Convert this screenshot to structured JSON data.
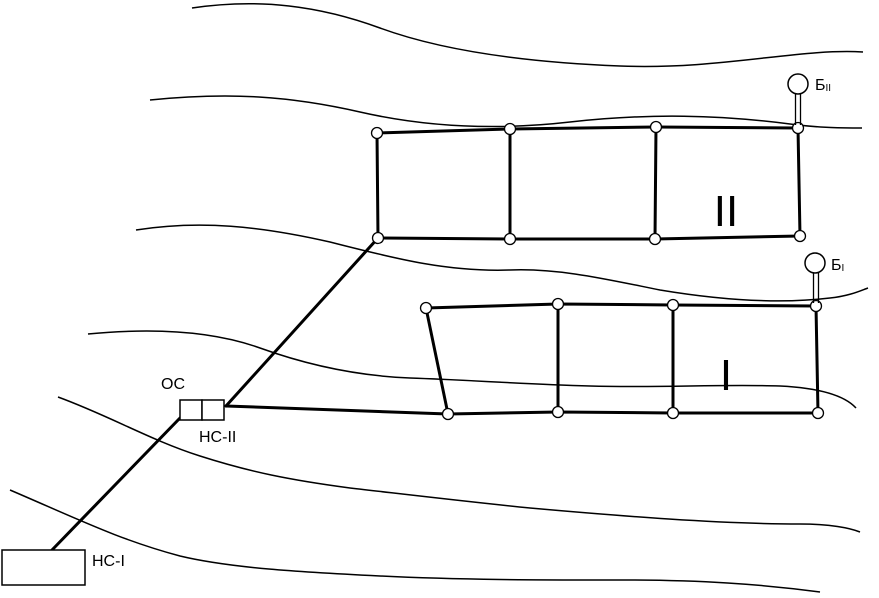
{
  "labels": {
    "treatment": "ОС",
    "pump_station_2": "НС-II",
    "pump_station_1": "НС-I",
    "zone_upper": "II",
    "zone_lower": "I",
    "tower_upper_letter": "Б",
    "tower_upper_sub": "II",
    "tower_lower_letter": "Б",
    "tower_lower_sub": "I"
  }
}
